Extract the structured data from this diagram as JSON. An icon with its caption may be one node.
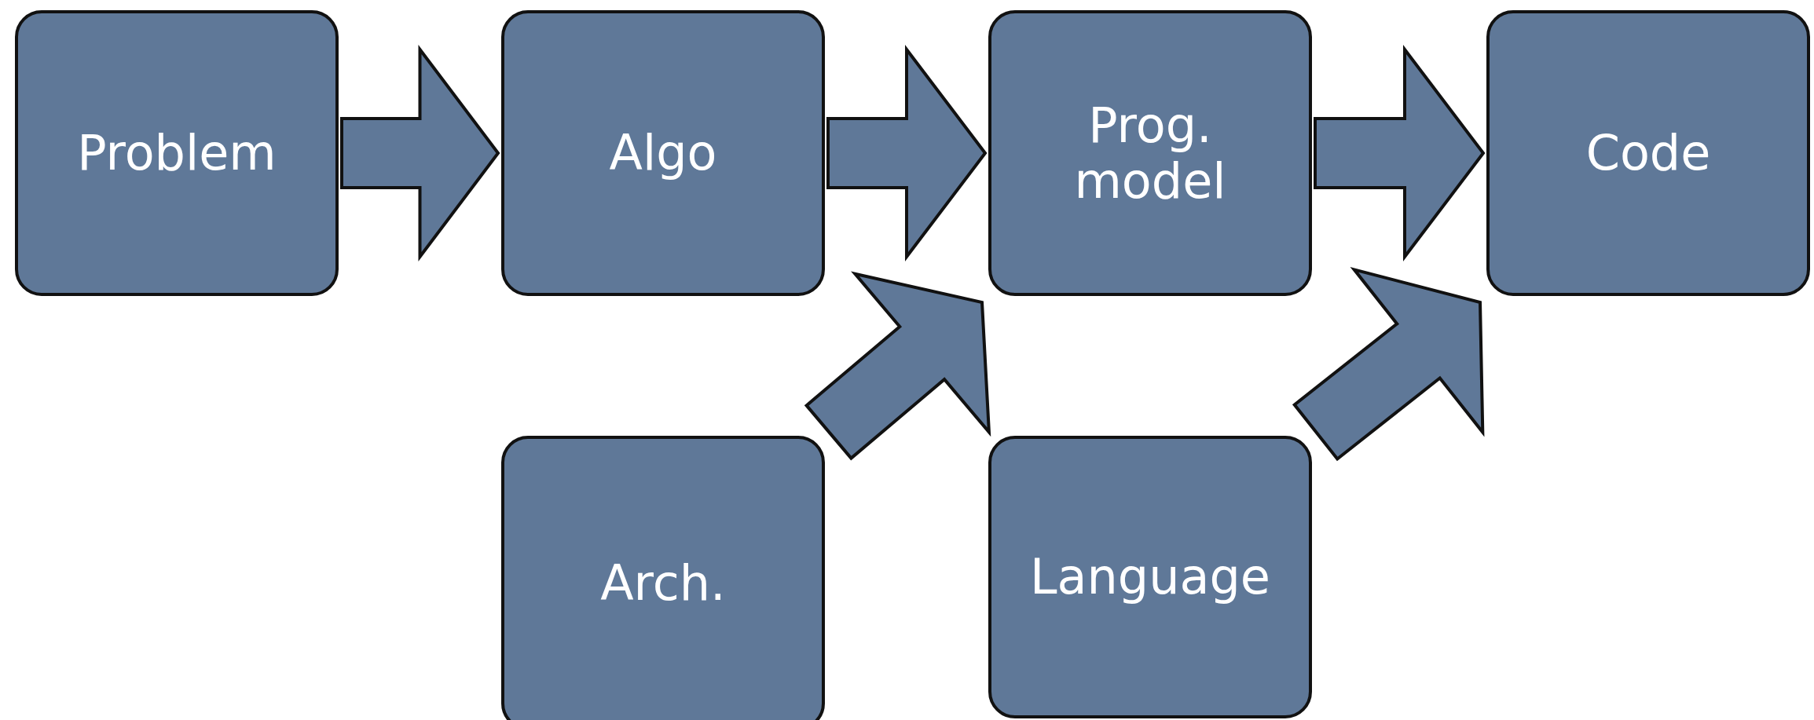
{
  "diagram": {
    "nodes": [
      {
        "text": [
          "Problem"
        ]
      },
      {
        "text": [
          "Algo"
        ]
      },
      {
        "text": [
          "Prog. model"
        ]
      },
      {
        "text": [
          "Code"
        ]
      },
      {
        "text": [
          "Arch."
        ]
      },
      {
        "text": [
          "Language"
        ]
      }
    ],
    "edges": [
      {
        "from": 0,
        "to": 1,
        "arrow": "to"
      },
      {
        "from": 1,
        "to": 2,
        "arrow": "to"
      },
      {
        "from": 2,
        "to": 3,
        "arrow": "to"
      },
      {
        "from": 4,
        "to": 2,
        "arrow": "to"
      },
      {
        "from": 5,
        "to": 3,
        "arrow": "to"
      }
    ]
  }
}
